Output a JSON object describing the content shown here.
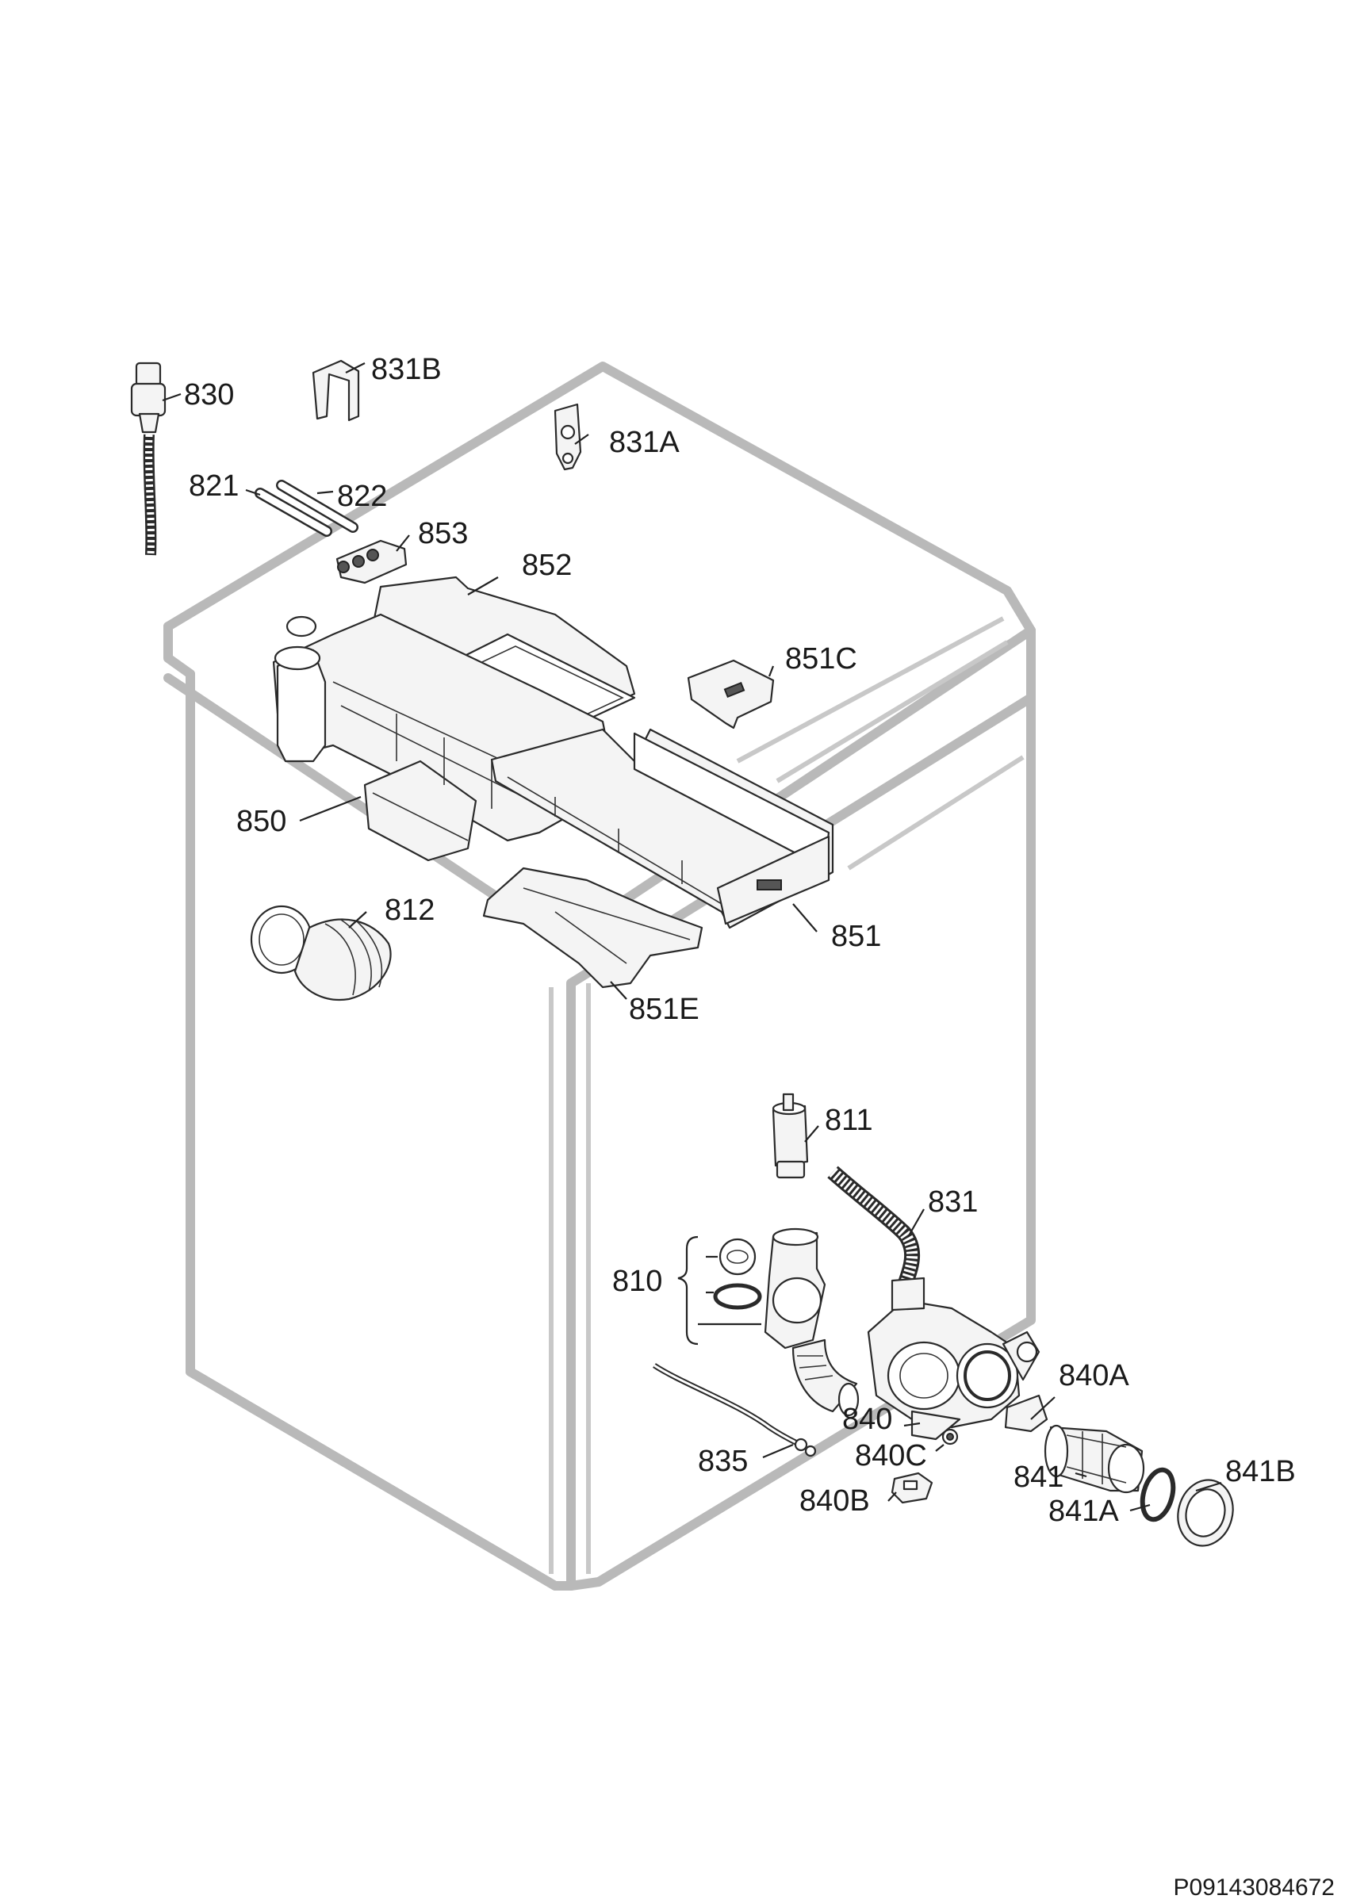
{
  "labels": {
    "l830": "830",
    "l831B": "831B",
    "l831A": "831A",
    "l821": "821",
    "l822": "822",
    "l853": "853",
    "l852": "852",
    "l851C": "851C",
    "l850": "850",
    "l812": "812",
    "l851": "851",
    "l851E": "851E",
    "l811": "811",
    "l831": "831",
    "l810": "810",
    "l840A": "840A",
    "l840": "840",
    "l840C": "840C",
    "l835": "835",
    "l841": "841",
    "l841B": "841B",
    "l841A": "841A",
    "l840B": "840B"
  },
  "drawing_code": "P09143084672"
}
